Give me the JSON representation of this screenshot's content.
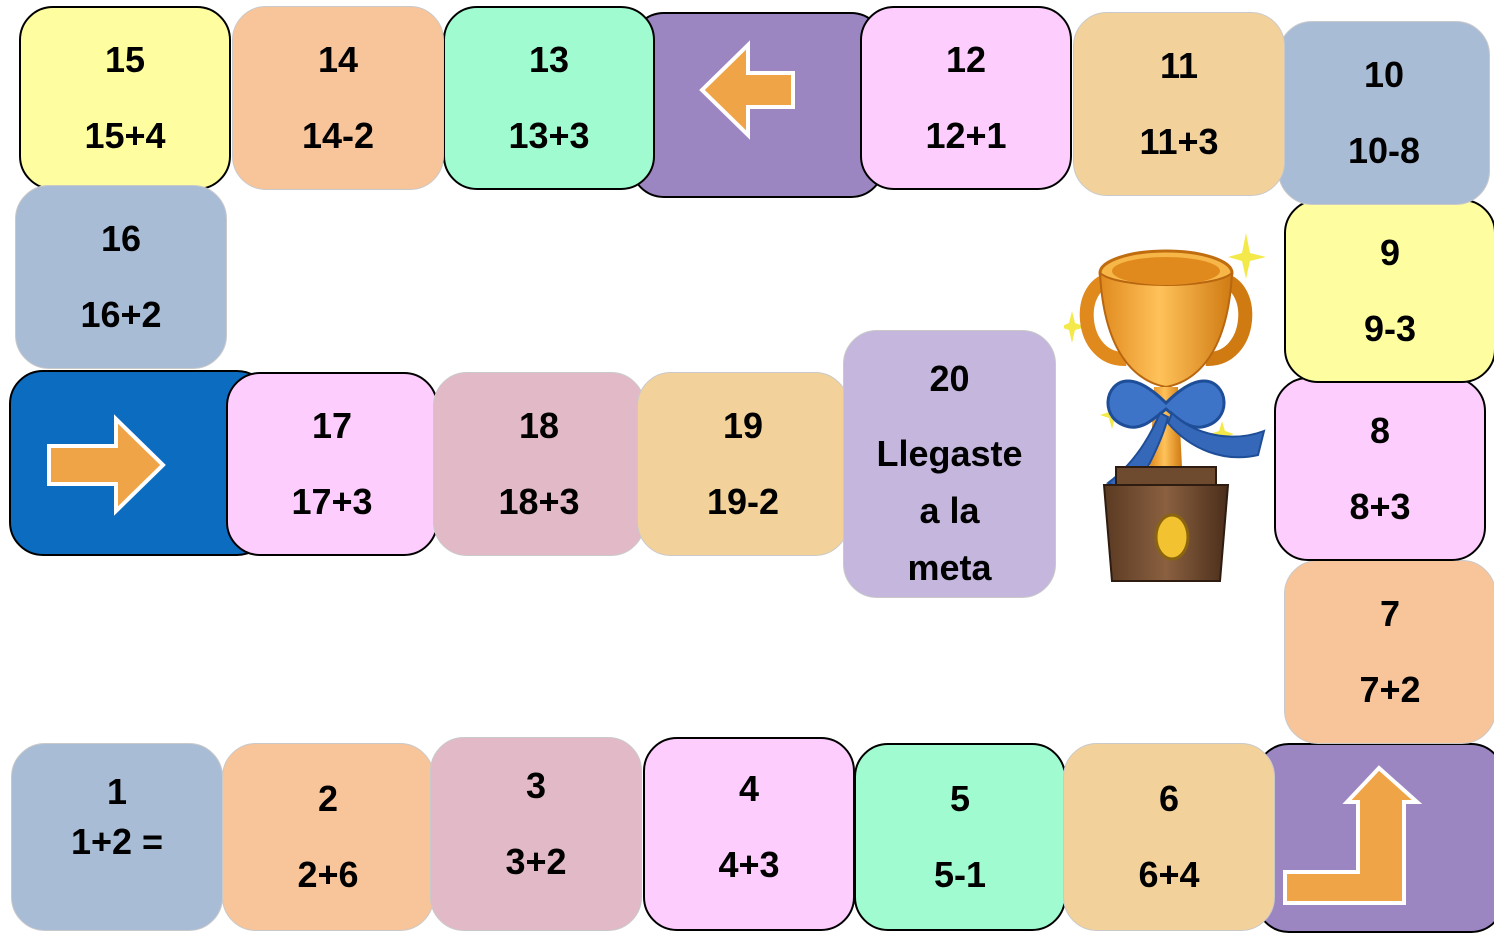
{
  "colors": {
    "yellow": "#FEFEA0",
    "peach": "#F8C49A",
    "mint": "#A0FCD0",
    "purple": "#9B86C2",
    "pink": "#FDCDFE",
    "sand": "#F2D29A",
    "blue_gray": "#A9BCD6",
    "mauve": "#E2BAC7",
    "lavender": "#C4B6DC",
    "royal_blue": "#0B6CC0",
    "arrow_orange": "#F0A448"
  },
  "arrows": {
    "left": "arrow-left-icon",
    "right": "arrow-right-icon",
    "up_turn": "arrow-turn-up-icon"
  },
  "tiles": [
    {
      "num": "1",
      "op": "1+2 ="
    },
    {
      "num": "2",
      "op": "2+6"
    },
    {
      "num": "3",
      "op": "3+2"
    },
    {
      "num": "4",
      "op": "4+3"
    },
    {
      "num": "5",
      "op": "5-1"
    },
    {
      "num": "6",
      "op": "6+4"
    },
    {
      "num": "7",
      "op": "7+2"
    },
    {
      "num": "8",
      "op": "8+3"
    },
    {
      "num": "9",
      "op": "9-3"
    },
    {
      "num": "10",
      "op": "10-8"
    },
    {
      "num": "11",
      "op": "11+3"
    },
    {
      "num": "12",
      "op": "12+1"
    },
    {
      "num": "13",
      "op": "13+3"
    },
    {
      "num": "14",
      "op": "14-2"
    },
    {
      "num": "15",
      "op": "15+4"
    },
    {
      "num": "16",
      "op": "16+2"
    },
    {
      "num": "17",
      "op": "17+3"
    },
    {
      "num": "18",
      "op": "18+3"
    },
    {
      "num": "19",
      "op": "19-2"
    }
  ],
  "goal": {
    "num": "20",
    "lines": [
      "Llegaste",
      "a la",
      "meta"
    ]
  },
  "trophy": "trophy-icon"
}
